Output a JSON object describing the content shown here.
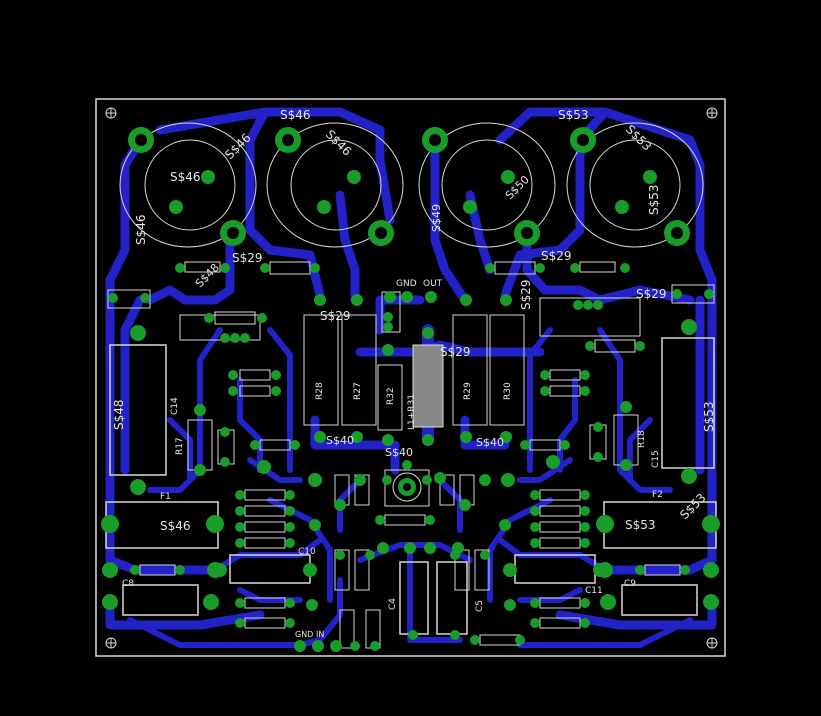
{
  "board": {
    "colors": {
      "background": "#000000",
      "outline": "#d8d8d8",
      "trace": "#2222c8",
      "pad": "#1a9c2a",
      "silk": "#d8d8d8"
    },
    "labels": {
      "sig_46_a": "S$46",
      "sig_46_b": "S$46",
      "sig_46_c": "S$46",
      "sig_46_d": "S$46",
      "sig_46_e": "S$46",
      "sig_46_f": "S$46",
      "sig_48": "S$48",
      "sig_48b": "S$48",
      "sig_49": "S$49",
      "sig_50": "S$50",
      "sig_53_a": "S$53",
      "sig_53_b": "S$53",
      "sig_53_c": "S$53",
      "sig_53_d": "S$53",
      "sig_53_e": "S$53",
      "sig_53_f": "S$53",
      "sig_29_a": "S$29",
      "sig_29_b": "S$29",
      "sig_29_c": "S$29",
      "sig_29_d": "S$29",
      "sig_29_e": "S$29",
      "sig_29_f": "S$29",
      "sig_40_a": "S$40",
      "sig_40_b": "S$40",
      "sig_40_c": "S$40",
      "gnd_top": "GND",
      "out_top": "OUT",
      "gnd_bottom": "GND",
      "in_bottom": "IN",
      "r28": "R28",
      "r27": "R27",
      "r32": "R32",
      "l1r31": "L1+R31",
      "r29": "R29",
      "r30": "R30",
      "r17": "R17",
      "r18": "R18",
      "c14": "C14",
      "c15": "C15",
      "c10": "C10",
      "c11": "C11",
      "c8": "C8",
      "c9": "C9",
      "c4": "C4",
      "c5": "C5",
      "f1": "F1",
      "f2": "F2"
    }
  }
}
